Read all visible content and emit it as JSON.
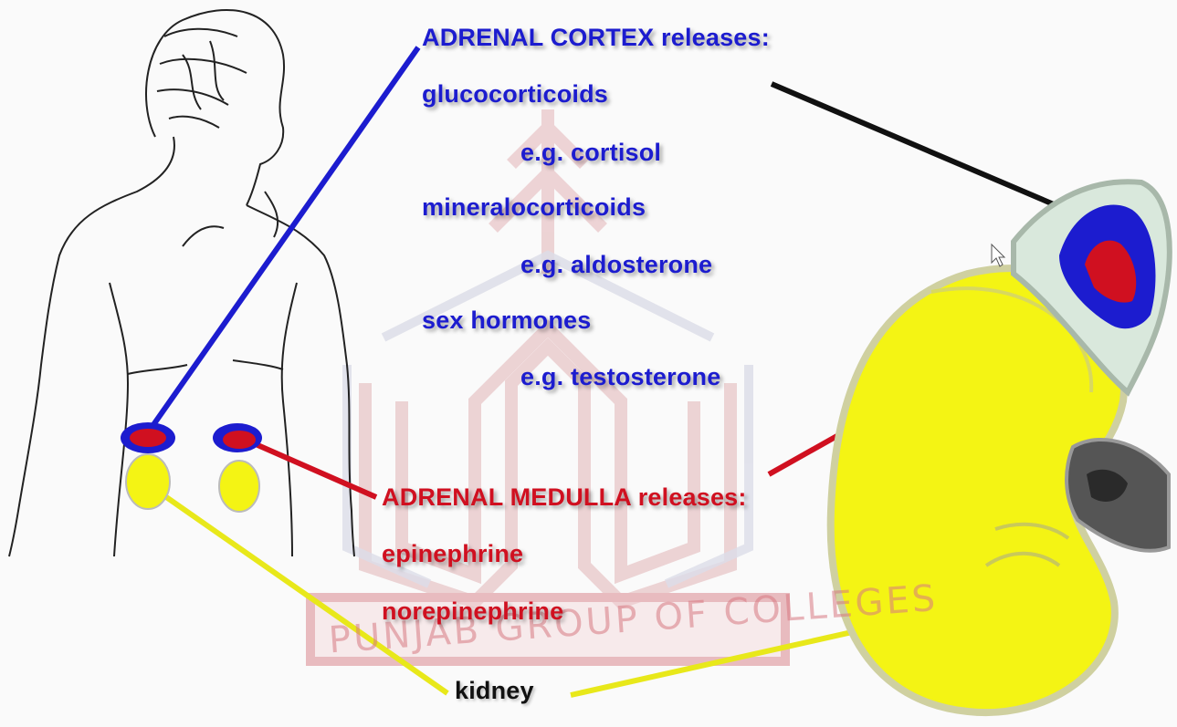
{
  "cortex": {
    "heading": "ADRENAL CORTEX releases:",
    "items": [
      "glucocorticoids",
      "e.g. cortisol",
      "mineralocorticoids",
      "e.g. aldosterone",
      "sex hormones",
      "e.g. testosterone"
    ]
  },
  "medulla": {
    "heading": "ADRENAL MEDULLA releases:",
    "items": [
      "epinephrine",
      "norepinephrine"
    ]
  },
  "kidney_label": "kidney",
  "watermark": "PUNJAB GROUP OF COLLEGES",
  "colors": {
    "cortex": "#1c1ccf",
    "medulla": "#d01020",
    "kidney": "#f4f414",
    "line_black": "#111111"
  }
}
